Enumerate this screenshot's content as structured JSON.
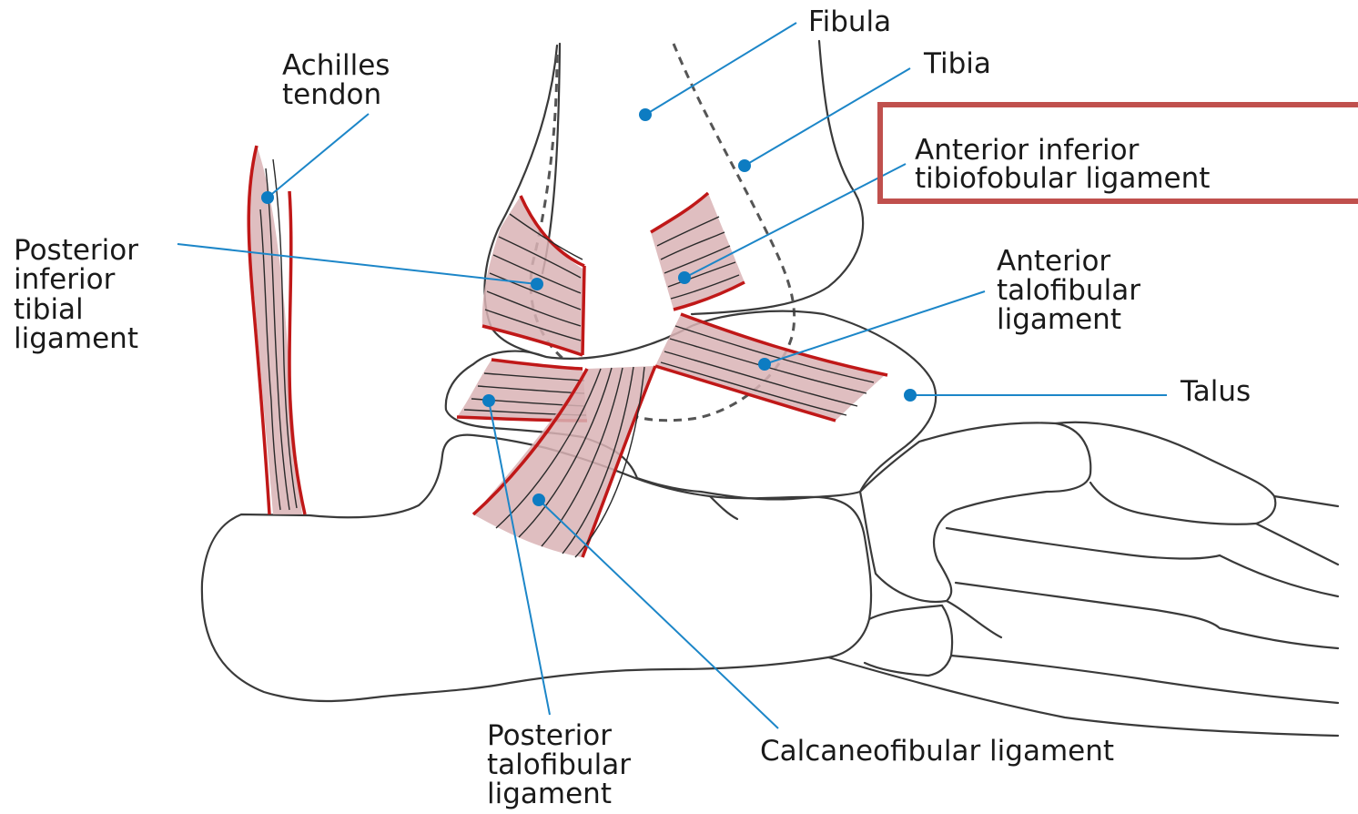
{
  "labels": {
    "fibula": "Fibula",
    "tibia": "Tibia",
    "achilles_1": "Achilles",
    "achilles_2": "tendon",
    "aitf_1": "Anterior inferior",
    "aitf_2": "tibiofobular ligament",
    "pit_1": "Posterior",
    "pit_2": "inferior",
    "pit_3": "tibial",
    "pit_4": "ligament",
    "atf_1": "Anterior",
    "atf_2": "talofibular",
    "atf_3": "ligament",
    "talus": "Talus",
    "ptf_1": "Posterior",
    "ptf_2": "talofibular",
    "ptf_3": "ligament",
    "cf": "Calcaneofibular ligament"
  },
  "colors": {
    "highlight_box": "#c0504d",
    "ligament_edge": "#c01818",
    "ligament_fill": "#d9b3b5",
    "leader": "#1c86c8",
    "bone_outline": "#3a3a3a"
  }
}
